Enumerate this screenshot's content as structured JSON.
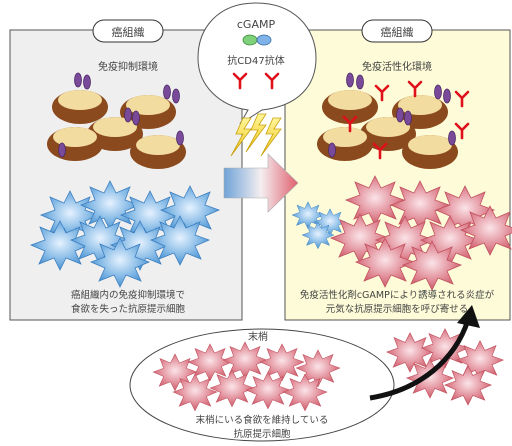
{
  "left_panel": {
    "tag": "癌組織",
    "heading": "免疫抑制環境",
    "caption_line1": "癌組織内の免疫抑制環境で",
    "caption_line2": "食欲を失った抗原提示細胞"
  },
  "right_panel": {
    "tag": "癌組織",
    "heading": "免疫活性化環境",
    "caption_line1": "免疫活性化剤cGAMPにより誘導される炎症が",
    "caption_line2": "元気な抗原提示細胞を呼び寄せる"
  },
  "bubble": {
    "title": "cGAMP",
    "subtitle": "抗CD47抗体"
  },
  "periphery": {
    "title": "末梢",
    "caption_line1": "末梢にいる食欲を維持している",
    "caption_line2": "抗原提示細胞"
  },
  "colors": {
    "left_bg": "#efefef",
    "right_bg": "#fdfbd8",
    "tumor_body": "#8b4a1e",
    "tumor_top": "#f2dca0",
    "receptor": "#7a4a9a",
    "antibody": "#e0101a",
    "apc_blue": "#6aa8dc",
    "apc_pink": "#d9707e",
    "lightning": "#f5e13a"
  }
}
